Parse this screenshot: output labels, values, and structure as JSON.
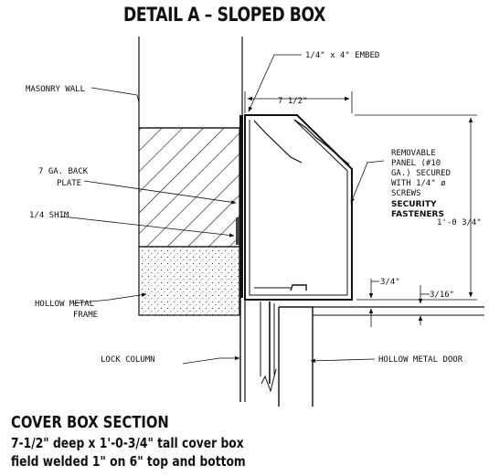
{
  "title": "DETAIL A – SLOPED BOX",
  "labels": {
    "embed": "1/4\" x 4\" EMBED",
    "masonry_wall": "MASONRY WALL",
    "depth": "7 1/2\"",
    "back_plate_1": "7 GA. BACK",
    "back_plate_2": "PLATE",
    "shim": "1/4 SHIM",
    "panel_1": "REMOVABLE",
    "panel_2": "PANEL (#10",
    "panel_3": "GA.) SECURED",
    "panel_4": "WITH 1/4\" ø",
    "panel_5": "SCREWS",
    "panel_6": "SECURITY",
    "panel_7": "FASTENERS",
    "height": "1'-0 3/4\"",
    "dim_3_4": "3/4\"",
    "dim_3_16": "3/16\"",
    "frame_1": "HOLLOW METAL",
    "frame_2": "FRAME",
    "lock_column": "LOCK COLUMN",
    "door": "HOLLOW METAL DOOR"
  },
  "caption": {
    "heading": "COVER BOX SECTION",
    "line1": "7-1/2\" deep x 1'-0-3/4\" tall cover box",
    "line2": "field welded 1\" on 6\" top and bottom"
  }
}
